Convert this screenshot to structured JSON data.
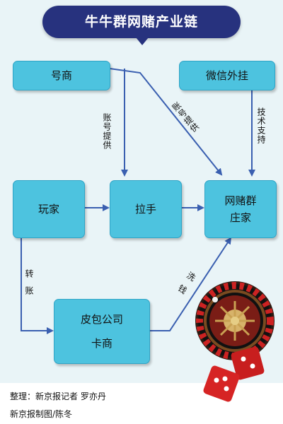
{
  "title": "牛牛群网赌产业链",
  "nodes": {
    "haoshang": "号商",
    "weixin": "微信外挂",
    "wanjia": "玩家",
    "lashou": "拉手",
    "zhuangjia_1": "网赌群",
    "zhuangjia_2": "庄家",
    "kashang_1": "皮包公司",
    "kashang_2": "卡商"
  },
  "edge_labels": {
    "zhanghao_tigong_1": "账号提供",
    "zhanghao_tigong_2": "账号提供",
    "jishu_zhichi": "技术支持",
    "zhuanzhang": "转账",
    "xiqian": "洗钱"
  },
  "footer": {
    "credit": "整理：新京报记者  罗亦丹",
    "image_credit": "新京报制图/陈冬"
  },
  "colors": {
    "node_fill": "#4dc3df",
    "arrow": "#3a5fb0",
    "banner": "#27327e",
    "background": "#e9f4f7"
  }
}
